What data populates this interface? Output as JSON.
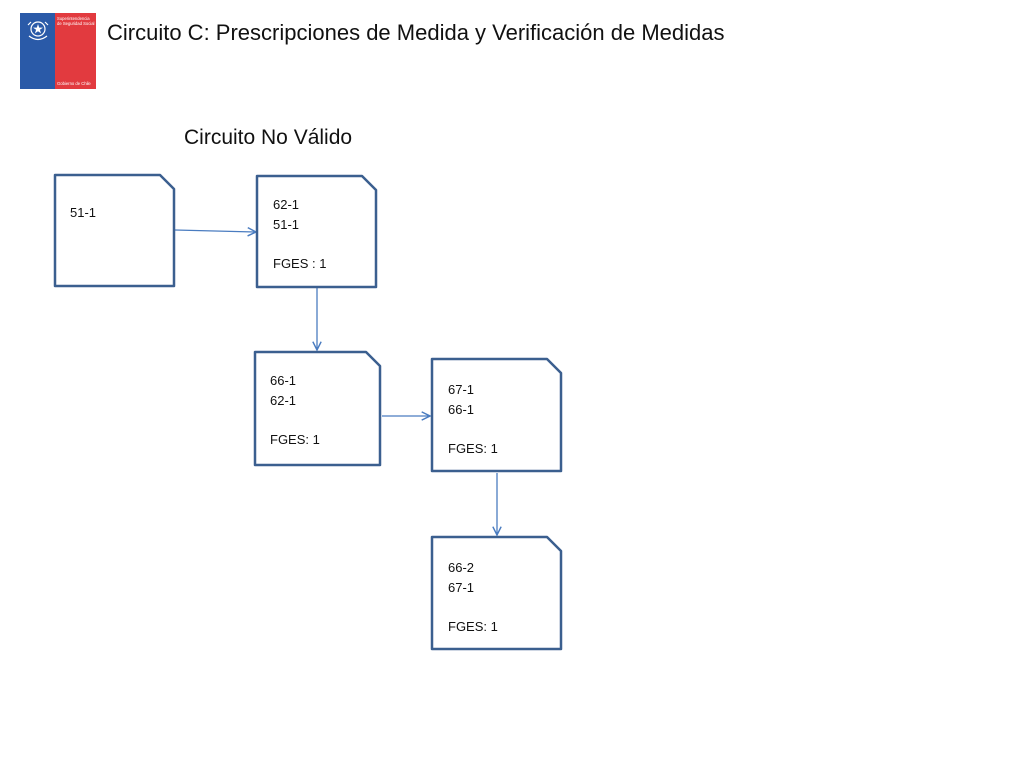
{
  "logo": {
    "name": "Superintendencia de Seguridad Social",
    "government": "Gobierno de Chile",
    "colors": {
      "blue": "#2a5aa8",
      "red": "#e23a3f"
    },
    "icon": "chilean-coat-of-arms"
  },
  "title": "Circuito C: Prescripciones de Medida y Verificación de Medidas",
  "subtitle": "Circuito No Válido",
  "diagram": {
    "stroke_color": "#3b5f8f",
    "arrow_color": "#4a7cc0",
    "nodes": [
      {
        "id": "n1",
        "lines": [
          "51-1"
        ]
      },
      {
        "id": "n2",
        "lines": [
          "62-1",
          "51-1",
          "",
          "FGES : 1"
        ]
      },
      {
        "id": "n3",
        "lines": [
          "66-1",
          "62-1",
          "",
          "FGES: 1"
        ]
      },
      {
        "id": "n4",
        "lines": [
          "67-1",
          "66-1",
          "",
          "FGES: 1"
        ]
      },
      {
        "id": "n5",
        "lines": [
          "66-2",
          "67-1",
          "",
          "FGES: 1"
        ]
      }
    ],
    "edges": [
      {
        "from": "n1",
        "to": "n2"
      },
      {
        "from": "n2",
        "to": "n3"
      },
      {
        "from": "n3",
        "to": "n4"
      },
      {
        "from": "n4",
        "to": "n5"
      }
    ]
  }
}
